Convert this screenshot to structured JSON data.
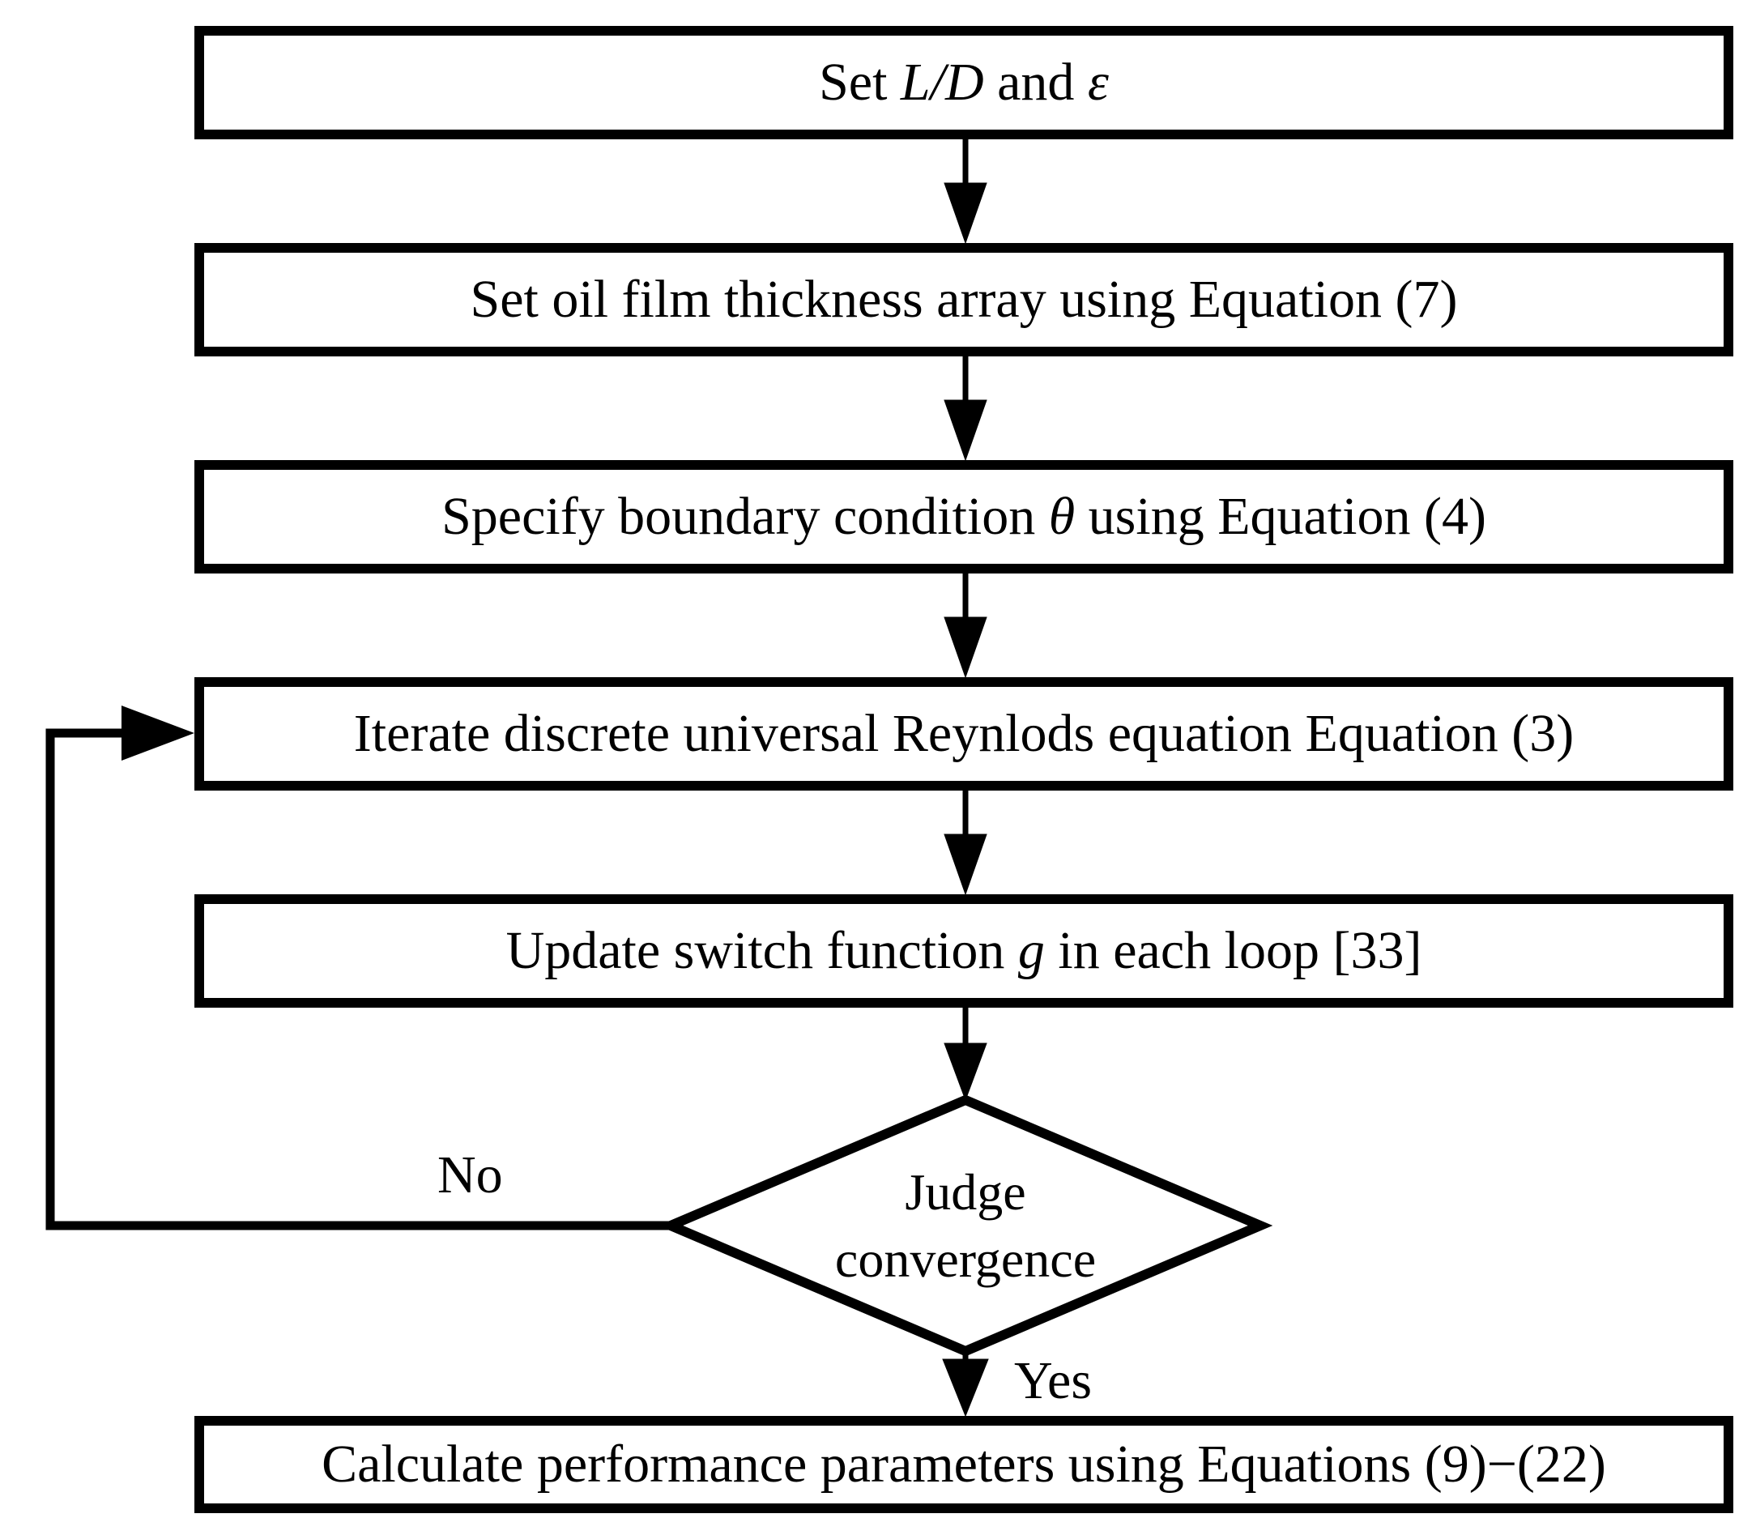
{
  "flowchart": {
    "background_color": "#ffffff",
    "stroke_color": "#000000",
    "nodes": [
      {
        "id": "set-parameters",
        "type": "process",
        "text": "Set L/D and ε",
        "segments": [
          {
            "t": "Set "
          },
          {
            "t": "L/D",
            "i": true
          },
          {
            "t": " and "
          },
          {
            "t": "ε",
            "i": true
          }
        ]
      },
      {
        "id": "set-oil-film",
        "type": "process",
        "text": "Set oil film thickness array using Equation (7)",
        "segments": [
          {
            "t": "Set oil film thickness array using Equation (7)"
          }
        ]
      },
      {
        "id": "boundary-condition",
        "type": "process",
        "text": "Specify boundary condition θ using Equation (4)",
        "segments": [
          {
            "t": "Specify boundary condition "
          },
          {
            "t": "θ",
            "i": true
          },
          {
            "t": " using Equation (4)"
          }
        ]
      },
      {
        "id": "iterate-reynolds",
        "type": "process",
        "text": "Iterate discrete universal Reynlods equation Equation (3)",
        "segments": [
          {
            "t": "Iterate discrete universal Reynlods equation Equation (3)"
          }
        ]
      },
      {
        "id": "update-switch",
        "type": "process",
        "text": "Update switch function g in each loop [33]",
        "segments": [
          {
            "t": "Update switch function "
          },
          {
            "t": "g",
            "i": true
          },
          {
            "t": " in each loop [33]"
          }
        ]
      },
      {
        "id": "judge-convergence",
        "type": "decision",
        "text": "Judge convergence",
        "lines": [
          "Judge",
          "convergence"
        ]
      },
      {
        "id": "calculate-performance",
        "type": "process",
        "text": "Calculate performance parameters using Equations (9)−(22)",
        "segments": [
          {
            "t": "Calculate performance parameters using Equations (9)−(22)"
          }
        ]
      }
    ],
    "edge_labels": {
      "no": "No",
      "yes": "Yes"
    }
  }
}
